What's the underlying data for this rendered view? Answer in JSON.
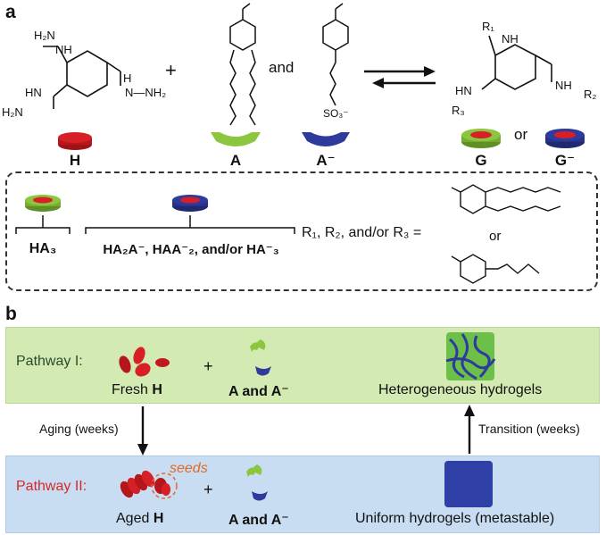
{
  "panel_a": {
    "letter": "a",
    "plus": "+",
    "and": "and",
    "labels": {
      "H": "H",
      "A": "A",
      "A_minus": "A⁻",
      "G": "G",
      "or": "or",
      "G_minus": "G⁻"
    },
    "legend": {
      "ha3": "HA₃",
      "others": "HA₂A⁻, HAA⁻₂, and/or HA⁻₃",
      "r_groups": "R₁, R₂, and/or R₃ =",
      "or": "or"
    },
    "structure_text": {
      "h2n_top": "H₂N",
      "nh_top": "NH",
      "hn_left": "HN",
      "h2n_left": "H₂N",
      "nhnh2": "N—NH₂",
      "h_right": "H",
      "r1": "R₁",
      "nh_g": "NH",
      "nh_g2": "NH",
      "hn_g": "HN",
      "r2": "R₂",
      "r3": "R₃",
      "so3": "SO₃⁻"
    }
  },
  "panel_b": {
    "letter": "b",
    "pathway1": "Pathway I:",
    "pathway2": "Pathway II:",
    "fresh": "Fresh",
    "aged": "Aged",
    "H": "H",
    "plus": "+",
    "a_and_a": "A and A⁻",
    "hetero": "Heterogeneous hydrogels",
    "uniform": "Uniform hydrogels (metastable)",
    "aging": "Aging (weeks)",
    "transition": "Transition (weeks)",
    "seeds": "seeds"
  },
  "colors": {
    "red": "#d71f26",
    "green": "#8cc63f",
    "blue": "#2e3a9c",
    "green_band": "#d3eab3",
    "blue_band": "#c9ddf2",
    "pathway2_red": "#d62828",
    "seeds_orange": "#e06a2a"
  }
}
